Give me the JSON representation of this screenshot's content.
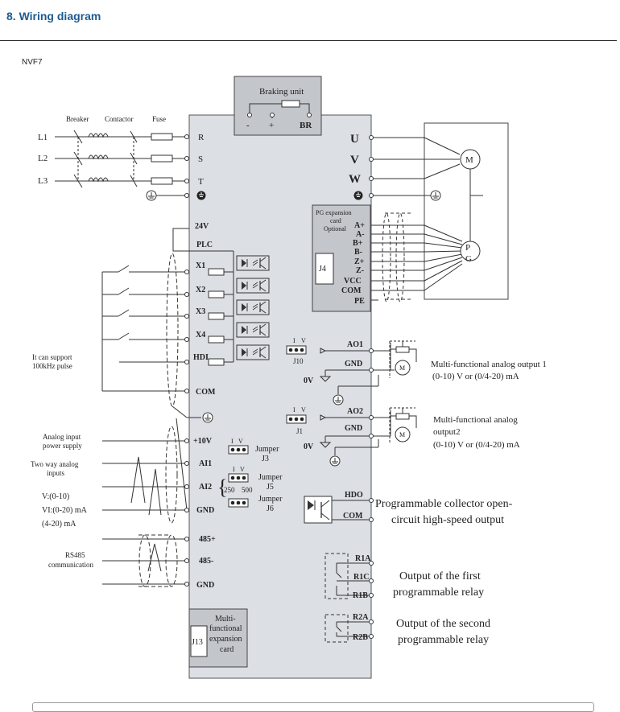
{
  "heading": "8. Wiring diagram",
  "model": "NVF7",
  "colors": {
    "heading": "#1f5b92",
    "panel": "#dcdfe4",
    "panel_dark": "#c3c6cb",
    "line": "#333333"
  },
  "braking": {
    "title": "Braking unit",
    "minus": "-",
    "plus": "+",
    "br": "BR"
  },
  "supply": {
    "breaker": "Breaker",
    "contactor": "Contactor",
    "fuse": "Fuse",
    "phases": [
      "L1",
      "L2",
      "L3"
    ],
    "inputs": [
      "R",
      "S",
      "T"
    ]
  },
  "outputs": {
    "terminals": [
      "U",
      "V",
      "W"
    ],
    "motor": "M"
  },
  "pg": {
    "card": [
      "PG expansion",
      "card",
      "Optional"
    ],
    "connector": "J4",
    "pins": [
      "A+",
      "A-",
      "B+",
      "B-",
      "Z+",
      "Z-",
      "VCC",
      "COM",
      "PE"
    ],
    "encoder": [
      "P",
      "G"
    ]
  },
  "digital": {
    "power": [
      "24V",
      "PLC"
    ],
    "inputs": [
      "X1",
      "X2",
      "X3",
      "X4",
      "HDI"
    ],
    "com": "COM",
    "note": [
      "It can support",
      "100kHz pulse"
    ]
  },
  "analog_in": {
    "power_label": [
      "Analog input",
      "power supply"
    ],
    "two_way": [
      "Two way analog",
      "inputs"
    ],
    "ranges": [
      "V:(0-10)",
      "VI:(0-20) mA",
      "(4-20) mA"
    ],
    "terminals": [
      "+10V",
      "AI1",
      "AI2",
      "GND"
    ],
    "j3": [
      "Jumper",
      "J3"
    ],
    "j5": [
      "Jumper",
      "J5"
    ],
    "j6": [
      "Jumper",
      "J6"
    ],
    "j5_values": [
      "250",
      "500"
    ],
    "jumper_letters": [
      "I",
      "V"
    ]
  },
  "analog_out": {
    "j10": "J10",
    "j1": "J1",
    "ao1": "AO1",
    "ao2": "AO2",
    "gnd": "GND",
    "zero_v": "0V",
    "meter": "M",
    "desc1": [
      "Multi-functional analog output 1",
      "(0-10) V or (0/4-20) mA"
    ],
    "desc2": [
      "Multi-functional analog",
      "output2",
      "(0-10) V or (0/4-20) mA"
    ]
  },
  "rs485": {
    "label": [
      "RS485",
      "communication"
    ],
    "terminals": [
      "485+",
      "485-",
      "GND"
    ]
  },
  "hdo": {
    "terminals": [
      "HDO",
      "COM"
    ],
    "desc": [
      "Programmable collector open-",
      "circuit high-speed output"
    ]
  },
  "relays": {
    "r1": [
      "R1A",
      "R1C",
      "R1B"
    ],
    "r2": [
      "R2A",
      "R2B"
    ],
    "desc1": [
      "Output of the first",
      "programmable relay"
    ],
    "desc2": [
      "Output of the second",
      "programmable relay"
    ]
  },
  "expansion": {
    "connector": "J13",
    "label": [
      "Multi-",
      "functional",
      "expansion",
      "card"
    ]
  }
}
